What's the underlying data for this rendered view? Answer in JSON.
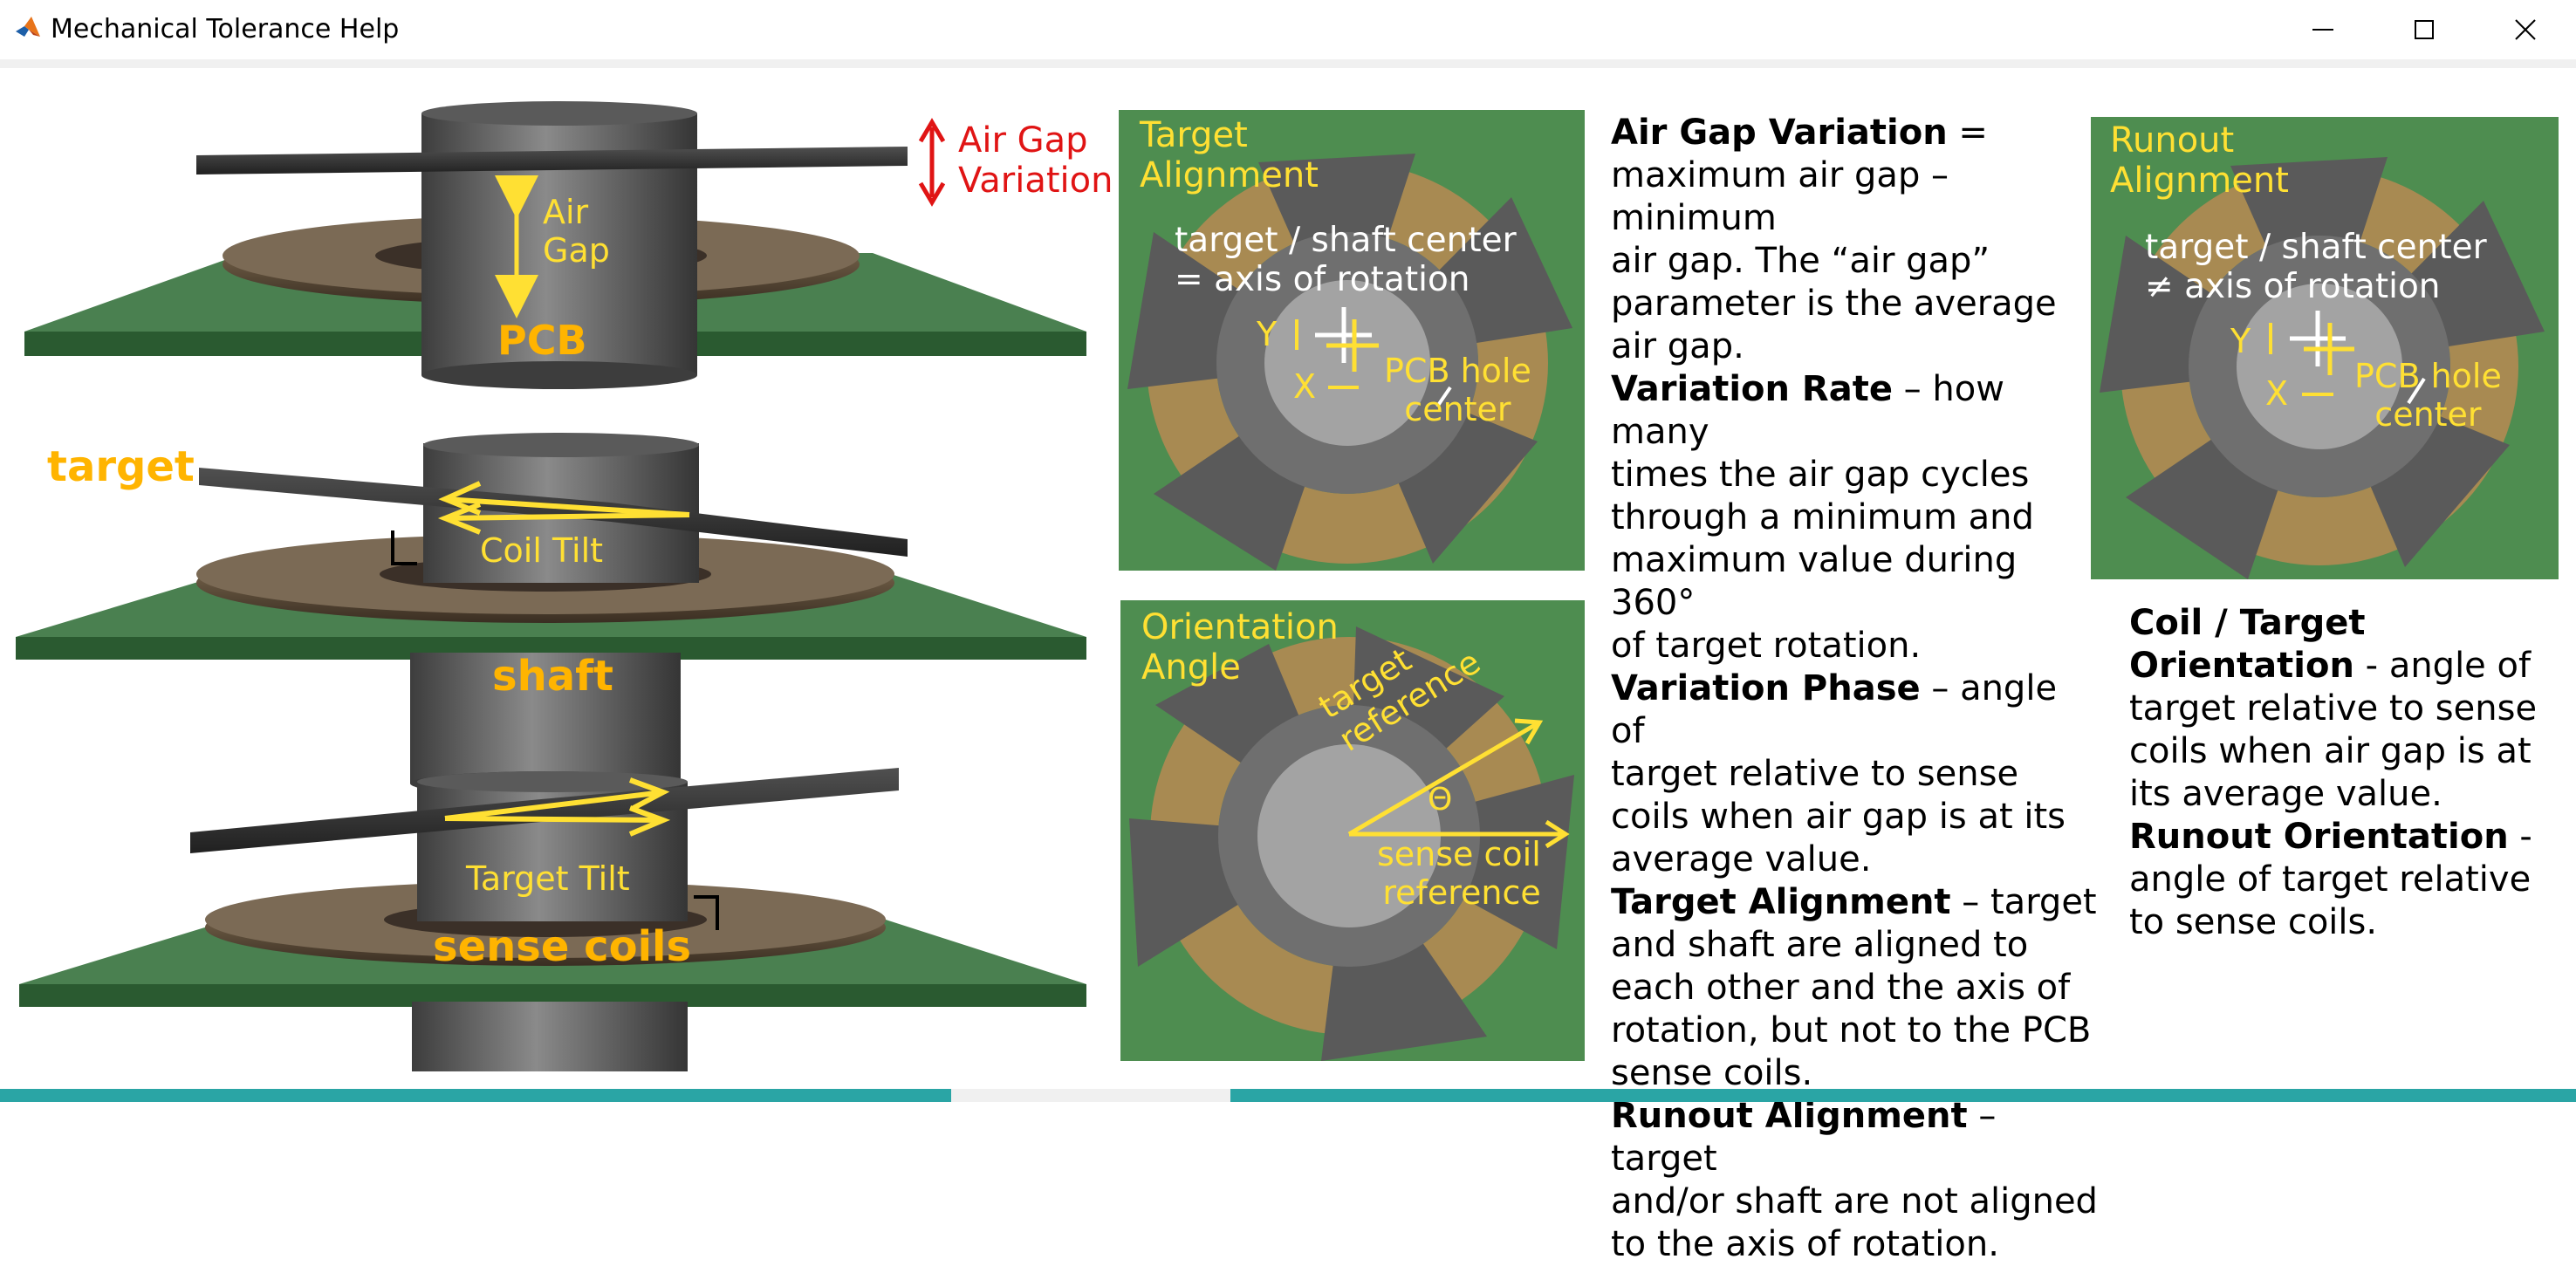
{
  "window": {
    "title": "Mechanical Tolerance Help",
    "controls": [
      "minimize",
      "maximize",
      "close"
    ]
  },
  "left_panel": {
    "top": {
      "air_gap_variation": "Air Gap\nVariation",
      "air_gap": "Air\nGap",
      "pcb": "PCB"
    },
    "middle": {
      "target": "target",
      "coil_tilt": "Coil Tilt",
      "shaft": "shaft"
    },
    "bottom": {
      "target_tilt": "Target Tilt",
      "sense_coils": "sense coils"
    }
  },
  "target_alignment_panel": {
    "title": "Target\nAlignment",
    "center_note": "target / shaft center\n= axis of rotation",
    "y_label": "Y",
    "x_label": "X",
    "pcb_hole": "PCB hole\ncenter"
  },
  "orientation_panel": {
    "title": "Orientation\nAngle",
    "target_reference": "target\nreference",
    "theta": "Θ",
    "sense_reference": "sense coil\nreference"
  },
  "runout_panel": {
    "title": "Runout\nAlignment",
    "center_note": "target / shaft center\n≠ axis of rotation",
    "y_label": "Y",
    "x_label": "X",
    "pcb_hole": "PCB hole\ncenter"
  },
  "definitions_middle": [
    {
      "term": "Air Gap Variation",
      "sep": " =",
      "lines": [
        "maximum air gap – minimum",
        "air gap.  The “air gap”",
        "parameter is the average",
        "air gap."
      ]
    },
    {
      "term": "Variation Rate",
      "sep": " – how many",
      "lines": [
        "times the air gap cycles",
        "through a minimum and",
        "maximum value during 360°",
        "of target rotation."
      ]
    },
    {
      "term": "Variation Phase",
      "sep": " – angle of",
      "lines": [
        "target relative to sense",
        "coils when air gap is at its",
        "average value."
      ]
    },
    {
      "term": "Target Alignment",
      "sep": " – target",
      "lines": [
        "and shaft are aligned to",
        "each other and the axis of",
        "rotation, but not to the PCB",
        "sense coils."
      ]
    },
    {
      "term": "Runout Alignment",
      "sep": " – target",
      "lines": [
        "and/or shaft are not aligned",
        "to the axis of rotation."
      ]
    }
  ],
  "definitions_right": [
    {
      "term": "Coil / Target",
      "term2": "Orientation",
      "sep": " - angle of",
      "lines": [
        "target relative to sense",
        "coils when air gap is at",
        "its average value."
      ]
    },
    {
      "term": "Runout Orientation",
      "sep": " -",
      "lines": [
        "angle of target relative",
        "to sense coils."
      ]
    }
  ],
  "colors": {
    "pcb_green": "#2f6b3a",
    "photo_green": "#4e8d50",
    "annotation_yellow": "#ffe033",
    "label_gold": "#ffb400",
    "variation_red": "#e01414"
  }
}
